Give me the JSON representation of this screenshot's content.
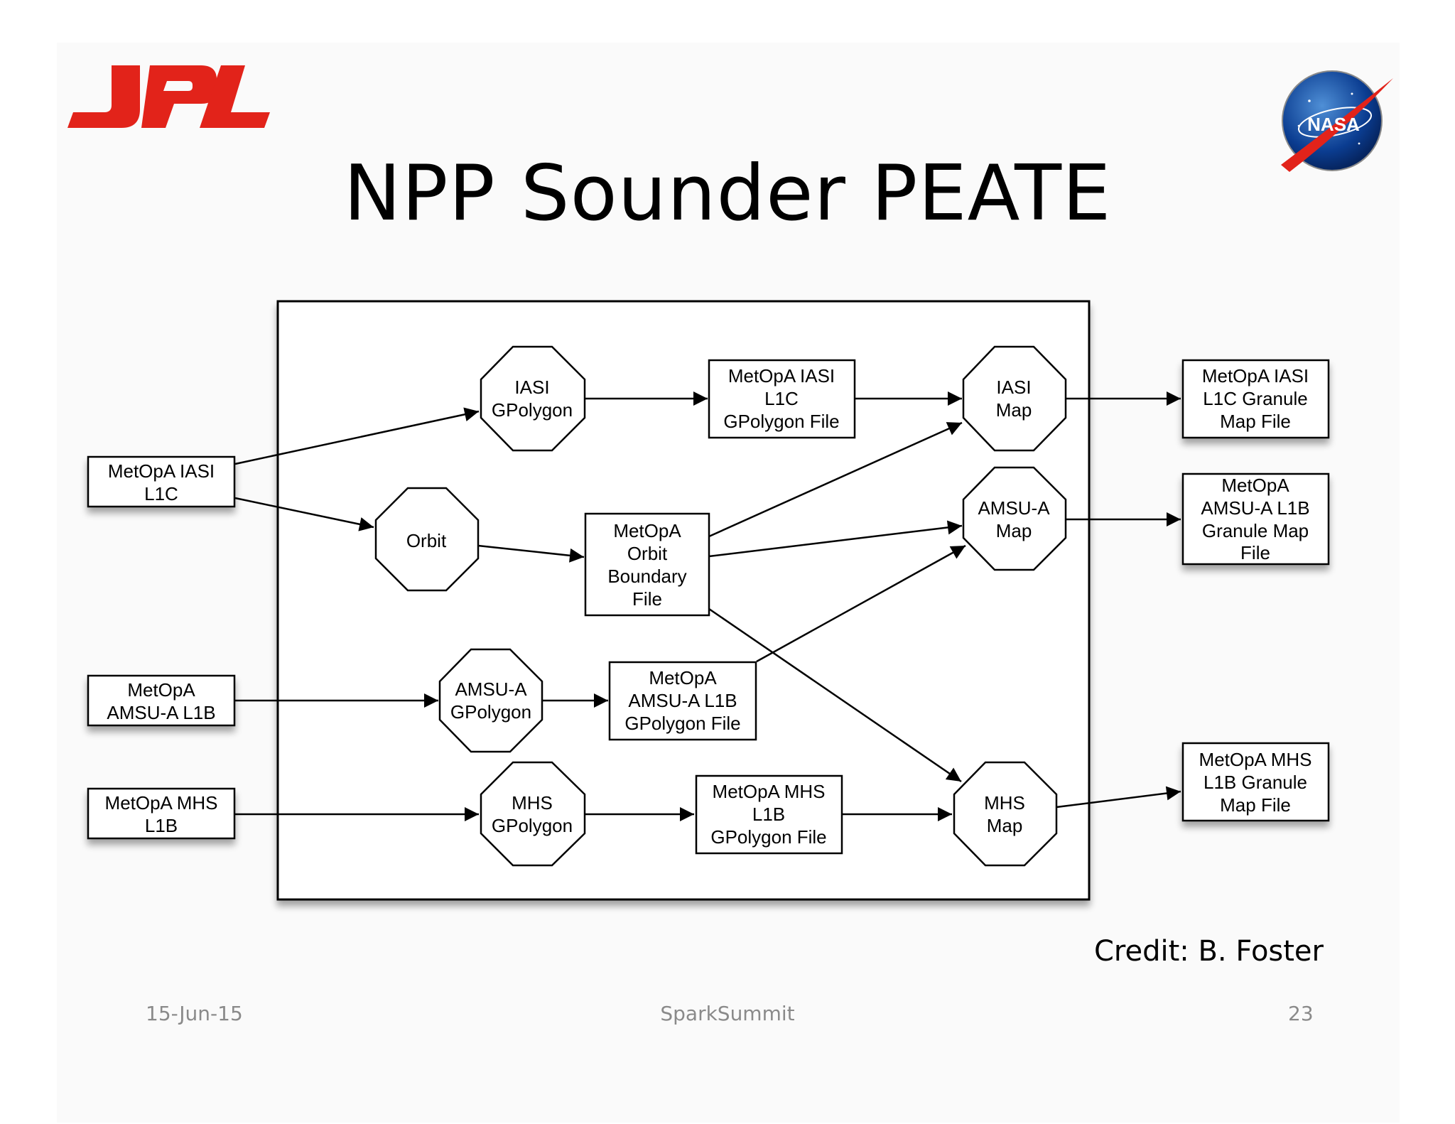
{
  "slide": {
    "title": "NPP Sounder PEATE",
    "credit": "Credit: B. Foster",
    "footer": {
      "date": "15-Jun-15",
      "event": "SparkSummit",
      "page": "23"
    },
    "logos": {
      "left": {
        "name": "jpl-logo",
        "text": "JPL",
        "color": "#e2231a"
      },
      "right": {
        "name": "nasa-logo",
        "text": "NASA",
        "color": "#0b3d91"
      }
    }
  },
  "diagram": {
    "inputs": {
      "iasi_l1c": [
        "MetOpA IASI",
        "L1C"
      ],
      "amsu_l1b": [
        "MetOpA",
        "AMSU-A L1B"
      ],
      "mhs_l1b": [
        "MetOpA MHS",
        "L1B"
      ]
    },
    "processes": {
      "iasi_gpolygon": [
        "IASI",
        "GPolygon"
      ],
      "orbit": [
        "Orbit"
      ],
      "amsu_gpolygon": [
        "AMSU-A",
        "GPolygon"
      ],
      "mhs_gpolygon": [
        "MHS",
        "GPolygon"
      ],
      "iasi_map": [
        "IASI",
        "Map"
      ],
      "amsu_map": [
        "AMSU-A",
        "Map"
      ],
      "mhs_map": [
        "MHS",
        "Map"
      ]
    },
    "files": {
      "iasi_gpolygon_file": [
        "MetOpA IASI",
        "L1C",
        "GPolygon File"
      ],
      "orbit_boundary_file": [
        "MetOpA",
        "Orbit",
        "Boundary",
        "File"
      ],
      "amsu_gpolygon_file": [
        "MetOpA",
        "AMSU-A L1B",
        "GPolygon File"
      ],
      "mhs_gpolygon_file": [
        "MetOpA MHS",
        "L1B",
        "GPolygon File"
      ]
    },
    "outputs": {
      "iasi_map_file": [
        "MetOpA IASI",
        "L1C Granule",
        "Map File"
      ],
      "amsu_map_file": [
        "MetOpA",
        "AMSU-A L1B",
        "Granule Map",
        "File"
      ],
      "mhs_map_file": [
        "MetOpA MHS",
        "L1B Granule",
        "Map File"
      ]
    }
  }
}
